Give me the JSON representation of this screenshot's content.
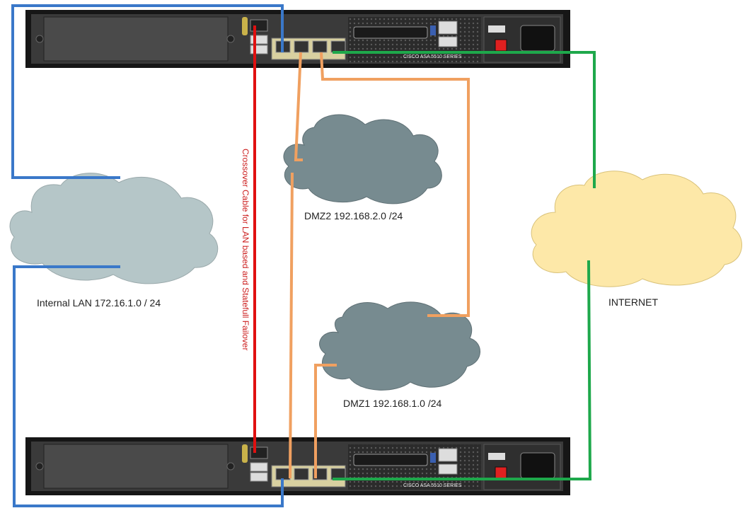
{
  "devices": {
    "top": {
      "brand": "CISCO ASA 5510 SERIES"
    },
    "bottom": {
      "brand": "CISCO ASA 5510 SERIES"
    }
  },
  "clouds": {
    "internal": {
      "label": "Internal LAN 172.16.1.0 / 24",
      "fill": "#b5c6c8"
    },
    "dmz2": {
      "label": "DMZ2 192.168.2.0 /24",
      "fill": "#778b90"
    },
    "dmz1": {
      "label": "DMZ1 192.168.1.0 /24",
      "fill": "#778b90"
    },
    "internet": {
      "label": "INTERNET",
      "fill": "#fde8a8"
    }
  },
  "links": {
    "crossover_label": "Crossover Cable for LAN based and Statefull Failover",
    "colors": {
      "lan": "#3a78c9",
      "crossover": "#e01010",
      "dmz": "#f0a060",
      "internet": "#1ea84b"
    }
  }
}
